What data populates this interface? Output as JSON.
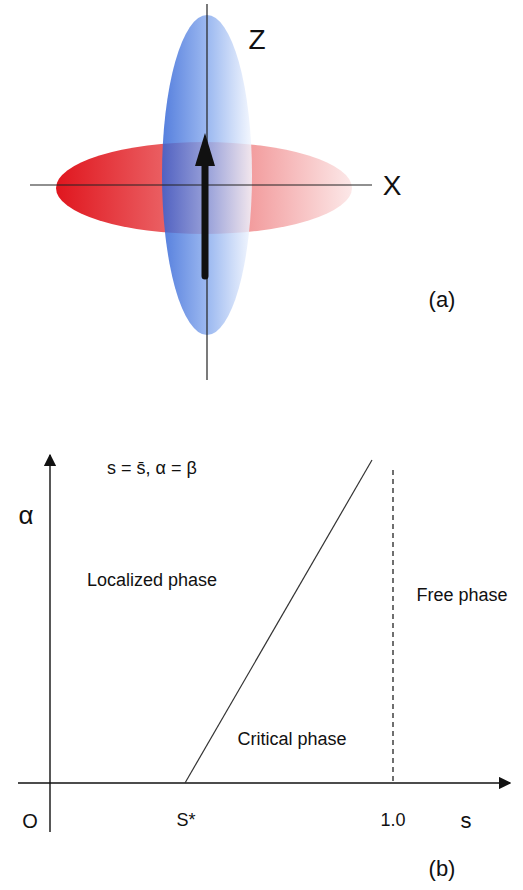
{
  "diagram": {
    "labels": [
      "Z",
      "X",
      "(a)",
      "α",
      "s = s̄, α = β",
      "Localized phase",
      "Critical phase",
      "Free phase",
      "O",
      "S*",
      "1.0",
      "s",
      "(b)"
    ]
  }
}
